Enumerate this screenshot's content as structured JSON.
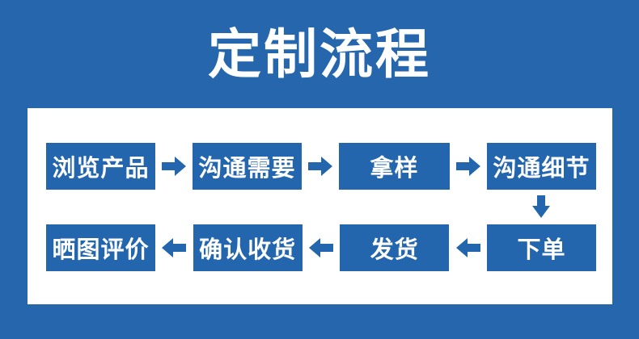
{
  "header": {
    "title": "定制流程"
  },
  "colors": {
    "background_blue": "#2566AD",
    "box_blue": "#2366AE",
    "panel_white": "#FFFFFF",
    "text_white": "#FFFFFF"
  },
  "flow": {
    "rows": [
      {
        "direction": "right",
        "steps": [
          "浏览产品",
          "沟通需要",
          "拿样",
          "沟通细节"
        ]
      },
      {
        "direction": "left",
        "steps": [
          "晒图评价",
          "确认收货",
          "发货",
          "下单"
        ]
      }
    ],
    "connector": {
      "direction": "down",
      "from": "沟通细节",
      "to": "下单"
    }
  }
}
